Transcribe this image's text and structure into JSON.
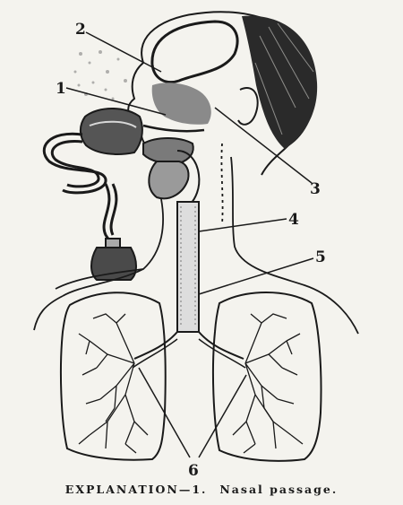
{
  "labels": [
    "1",
    "2",
    "3",
    "4",
    "5",
    "6"
  ],
  "caption": {
    "lead": "EXPLANATION—1.",
    "rest": "Nasal passage."
  },
  "colors": {
    "ink": "#1a1a1a",
    "paper": "#f4f3ee"
  }
}
